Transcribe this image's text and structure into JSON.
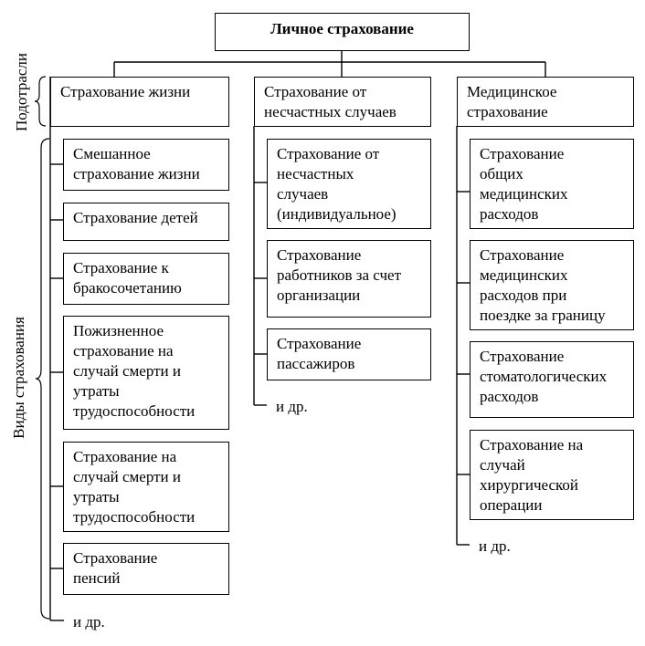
{
  "root": "Личное страхование",
  "side_labels": {
    "subsectors": "Подотрасли",
    "types": "Виды страхования"
  },
  "columns": [
    {
      "header": "Страхование жизни",
      "items": [
        "Смешанное\nстрахование жизни",
        "Страхование детей",
        "Страхование к\nбракосочетанию",
        "Пожизненное\nстрахование на\nслучай смерти и\nутраты\nтрудоспособности",
        "Страхование на\nслучай смерти и\nутраты\nтрудоспособности",
        "Страхование\nпенсий"
      ],
      "etc": "и др."
    },
    {
      "header": "Страхование от\nнесчастных случаев",
      "items": [
        "Страхование от\nнесчастных\nслучаев\n(индивидуальное)",
        "Страхование\nработников за счет\nорганизации",
        "Страхование\nпассажиров"
      ],
      "etc": "и др."
    },
    {
      "header": "Медицинское\nстрахование",
      "items": [
        "Страхование\nобщих\nмедицинских\nрасходов",
        "Страхование\nмедицинских\nрасходов при\nпоездке за границу",
        "Страхование\nстоматологических\nрасходов",
        "Страхование на\nслучай\nхирургической\nоперации"
      ],
      "etc": "и др."
    }
  ]
}
